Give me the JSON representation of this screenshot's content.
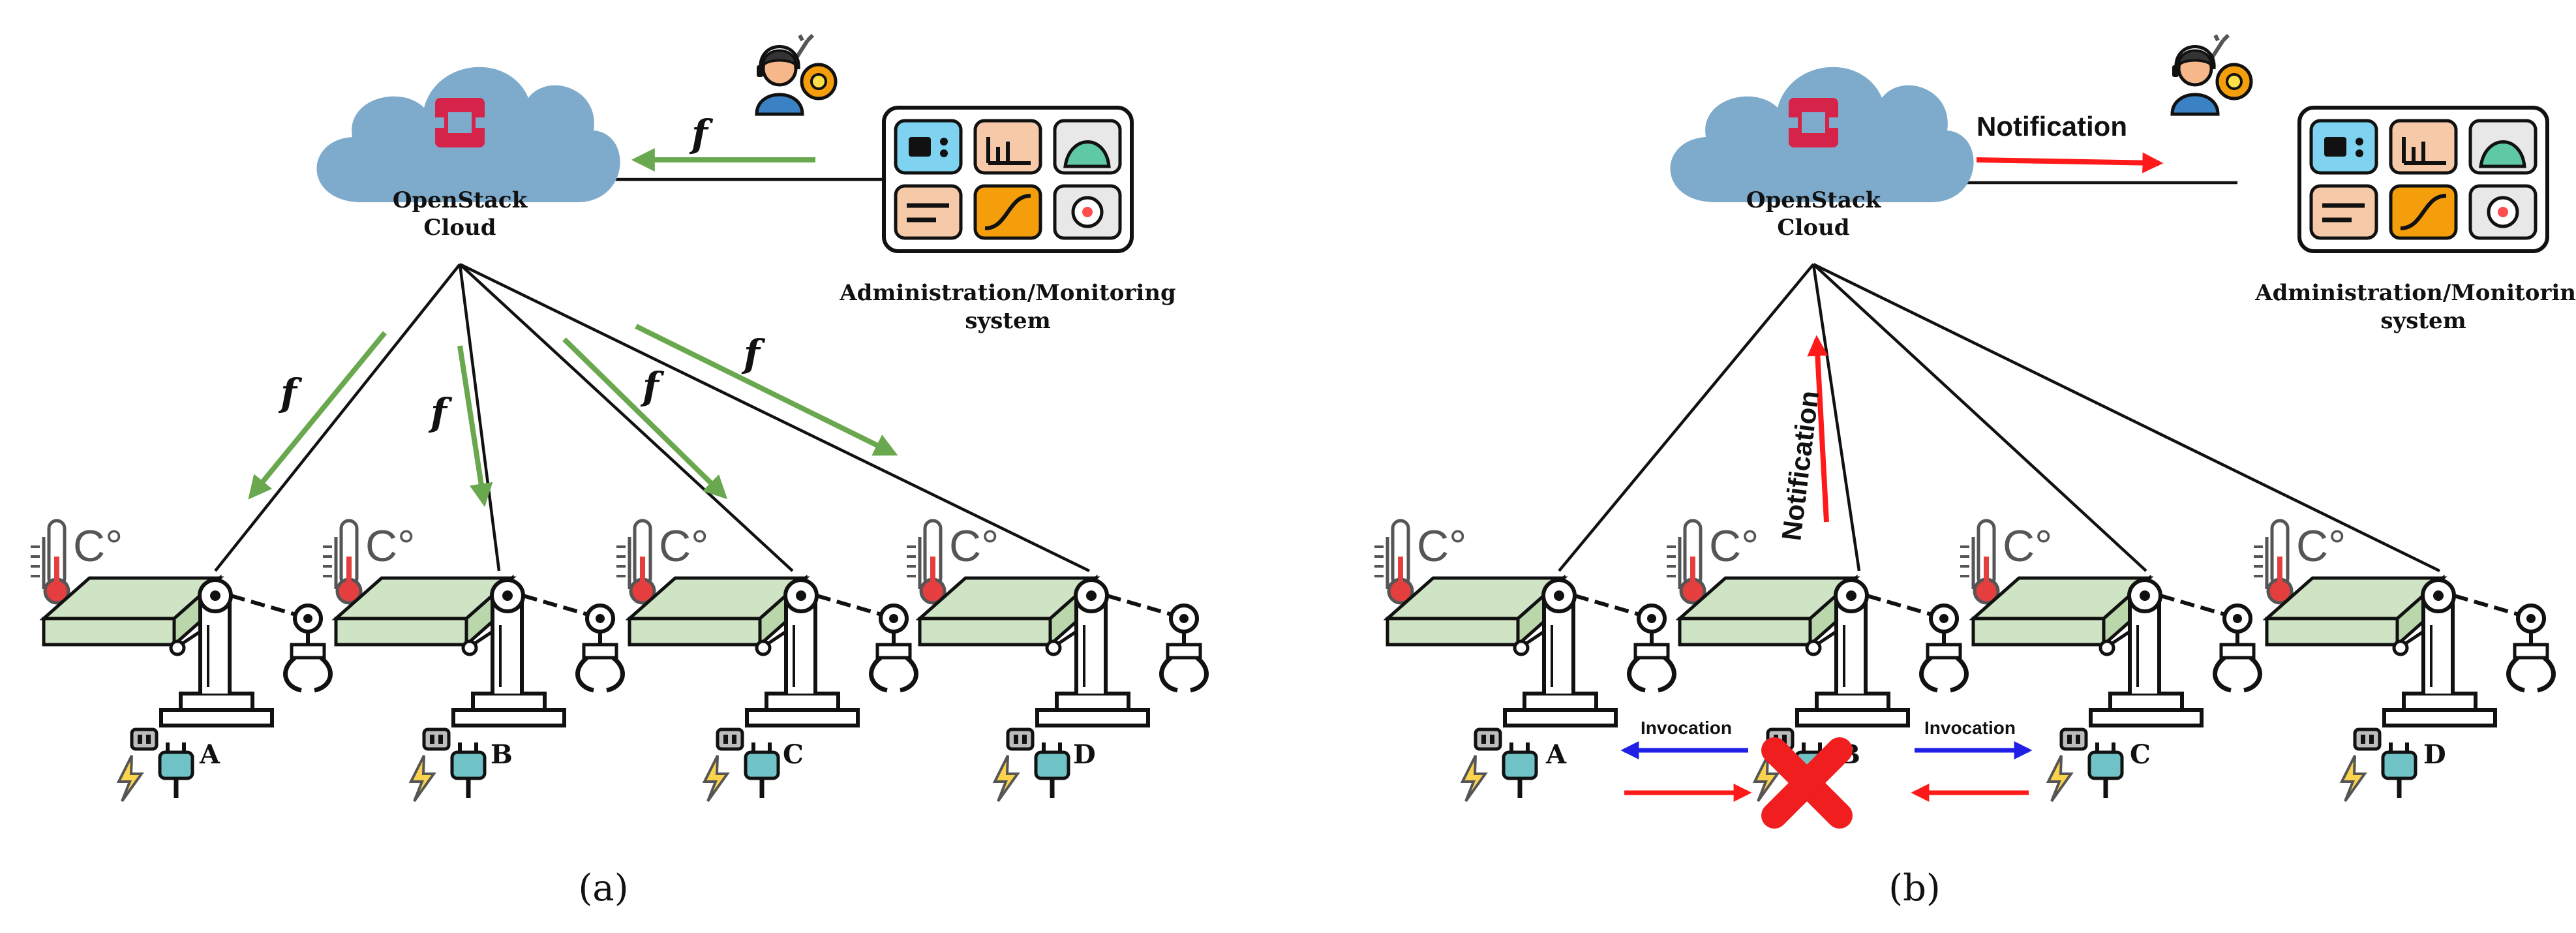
{
  "panels": [
    {
      "caption": "(a)",
      "cloud": {
        "line1": "OpenStack",
        "line2": "Cloud"
      },
      "admin": {
        "line1": "Administration/Monitoring",
        "line2": "system"
      },
      "function_label": "f",
      "machines": [
        "A",
        "B",
        "C",
        "D"
      ]
    },
    {
      "caption": "(b)",
      "cloud": {
        "line1": "OpenStack",
        "line2": "Cloud"
      },
      "admin": {
        "line1": "Administration/Monitoring",
        "line2": "system"
      },
      "notification_label": "Notification",
      "invocation_label": "Invocation",
      "machines": [
        "A",
        "B",
        "C",
        "D"
      ]
    }
  ],
  "colors": {
    "cloud": "#7eabcb",
    "openstack_logo": "#d6234a",
    "green_arrow": "#6aa84f",
    "red_arrow": "#ff1a1a",
    "blue_arrow": "#1f1fe6",
    "slab": "#cfe4c4",
    "failure_cross": "#f01e1e"
  }
}
